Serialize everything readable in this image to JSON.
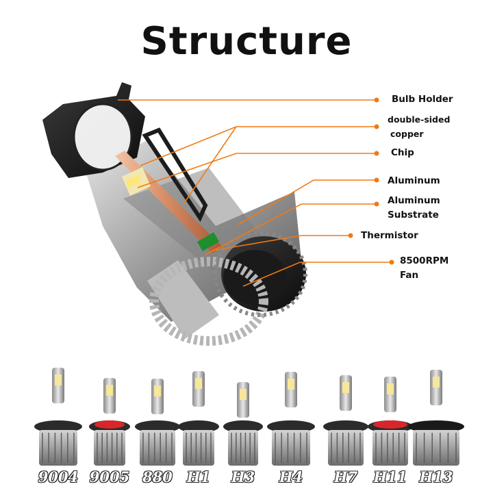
{
  "title": "Structure",
  "accent_color": "#f07a14",
  "callouts": [
    {
      "lines": [
        "Bulb Holder"
      ]
    },
    {
      "lines": [
        "double-sided",
        "copper"
      ]
    },
    {
      "lines": [
        "Chip"
      ]
    },
    {
      "lines": [
        "Aluminum"
      ]
    },
    {
      "lines": [
        "Aluminum",
        "Substrate"
      ]
    },
    {
      "lines": [
        "Thermistor"
      ]
    },
    {
      "lines": [
        "8500RPM",
        "Fan"
      ]
    }
  ],
  "models": [
    "9004",
    "9005",
    "880",
    "H1",
    "H3",
    "H4",
    "H7",
    "H11",
    "H13"
  ]
}
